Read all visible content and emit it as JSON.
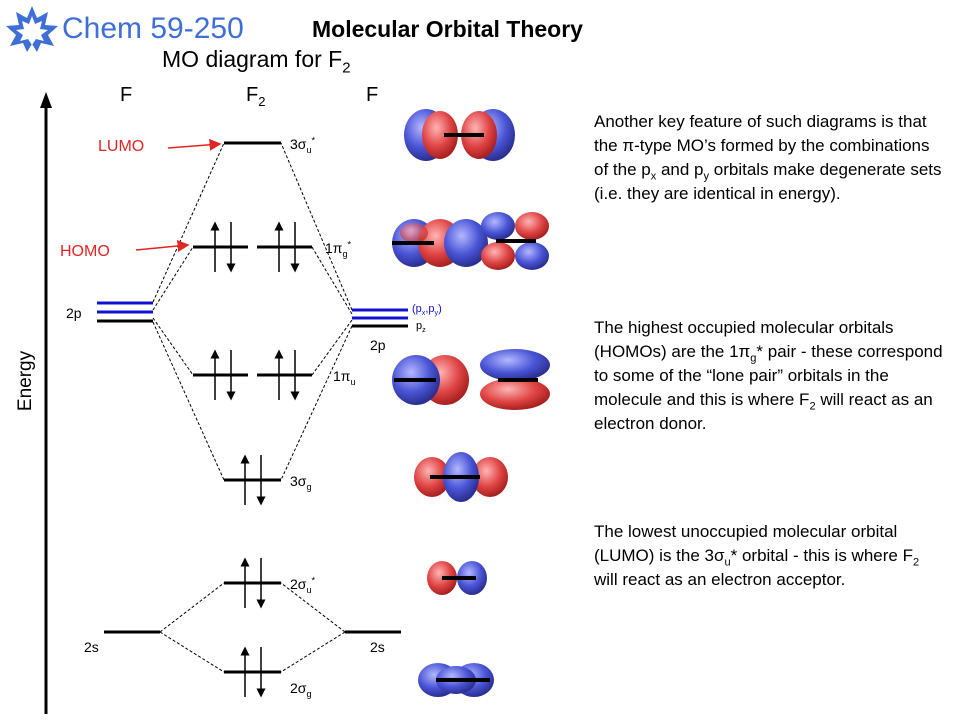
{
  "header": {
    "course": "Chem 59-250",
    "title": "Molecular Orbital Theory",
    "subtitle_main": "MO diagram for F",
    "subtitle_sub": "2"
  },
  "columns": {
    "left": "F",
    "middle_main": "F",
    "middle_sub": "2",
    "right": "F"
  },
  "axis": {
    "label": "Energy"
  },
  "pointers": {
    "lumo": "LUMO",
    "homo": "HOMO"
  },
  "atomic_labels": {
    "left_2p": "2p",
    "right_2p": "2p",
    "left_2s": "2s",
    "right_2s": "2s",
    "pxpy": "(p",
    "pxpy_x": "x",
    "pxpy_comma": ",p",
    "pxpy_y": "y",
    "pxpy_close": ")",
    "pz": "p",
    "pz_sub": "z"
  },
  "mo_labels": {
    "sigma3u_star": {
      "num": "3σ",
      "sub": "u",
      "sup": "*"
    },
    "pi1g_star": {
      "num": "1π",
      "sub": "g",
      "sup": "*"
    },
    "pi1u": {
      "num": "1π",
      "sub": "u",
      "sup": ""
    },
    "sigma3g": {
      "num": "3σ",
      "sub": "g",
      "sup": ""
    },
    "sigma2u_star": {
      "num": "2σ",
      "sub": "u",
      "sup": "*"
    },
    "sigma2g": {
      "num": "2σ",
      "sub": "g",
      "sup": ""
    }
  },
  "paragraphs": {
    "p1_a": "Another key feature of such diagrams is that the π-type MO’s formed by the combinations of the p",
    "p1_x": "x",
    "p1_b": " and p",
    "p1_y": "y",
    "p1_c": " orbitals make degenerate sets (i.e. they are identical in energy).",
    "p2_a": "The highest occupied molecular orbitals (HOMOs) are the 1π",
    "p2_g": "g",
    "p2_b": "* pair - these correspond to some of the “lone pair” orbitals in the molecule and this is where F",
    "p2_2": "2",
    "p2_c": " will react as an electron donor.",
    "p3_a": "The lowest unoccupied molecular orbital (LUMO) is the 3σ",
    "p3_u": "u",
    "p3_b": "* orbital - this is where F",
    "p3_2": "2",
    "p3_c": " will react as an electron acceptor."
  },
  "colors": {
    "course_blue": "#3e6fd6",
    "orbital_red": "#e04545",
    "orbital_blue": "#4a55d6",
    "pointer_red": "#e12424",
    "p_level_blue": "#1010d0"
  }
}
